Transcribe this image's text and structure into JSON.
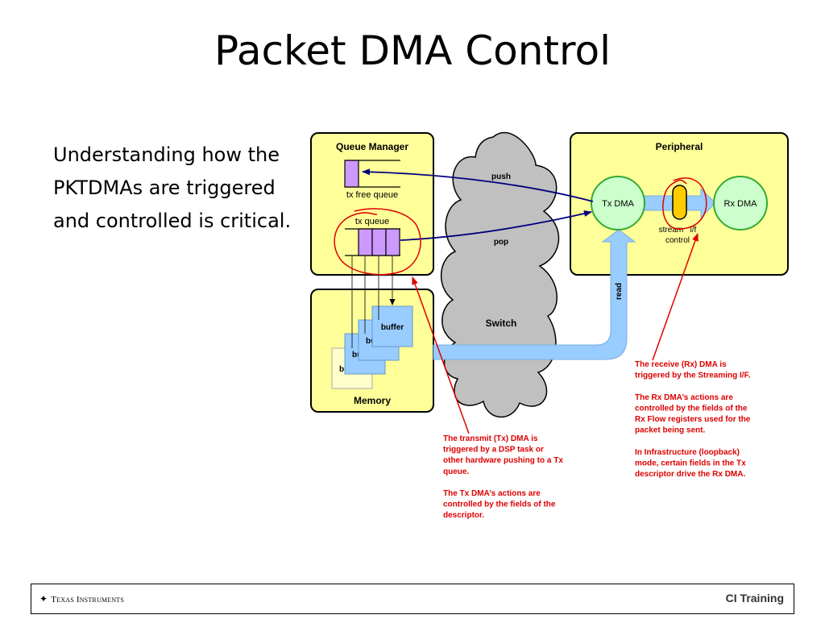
{
  "slide": {
    "title": "Packet DMA Control",
    "body": "Understanding how the PKTDMAs are triggered and controlled is critical."
  },
  "diagram": {
    "queue_manager": {
      "title": "Queue Manager",
      "tx_free_queue_label": "tx free queue",
      "tx_queue_label": "tx queue"
    },
    "memory": {
      "title": "Memory",
      "buffer_front": "buffer",
      "buffer_mid": "bu",
      "buffer_back": "bu",
      "buffer_last": "bu"
    },
    "switch": {
      "title": "Switch",
      "push_label": "push",
      "pop_label": "pop",
      "read_label": "read"
    },
    "peripheral": {
      "title": "Peripheral",
      "tx_dma": "Tx DMA",
      "rx_dma": "Rx DMA",
      "stream_label_1": "stream   i/f",
      "stream_label_2": "control"
    },
    "annotations": {
      "tx_note": [
        "The transmit (Tx) DMA is",
        "triggered by a DSP task or",
        "other hardware pushing to a Tx",
        "queue.",
        "",
        "The Tx DMA’s actions are",
        "controlled by the fields of the",
        "descriptor."
      ],
      "rx_note": [
        "The receive (Rx) DMA is",
        "triggered by the Streaming I/F.",
        "",
        "The Rx DMA’s actions are",
        "controlled by the fields of the",
        "Rx Flow registers used for the",
        "packet being sent.",
        "",
        "In Infrastructure (loopback)",
        "mode, certain fields in the Tx",
        "descriptor drive the Rx DMA."
      ]
    },
    "colors": {
      "panel_fill": "#ffff99",
      "queue_fill": "#cc99ff",
      "buffer_fill": "#99ccff",
      "dma_fill": "#ccffcc",
      "dma_border": "#33aa33",
      "cloud_fill": "#c0c0c0",
      "arrow_navy": "#000080",
      "annotation_red": "#dd0000",
      "stream_fill": "#ffcc00"
    }
  },
  "footer": {
    "logo_text": "Texas Instruments",
    "right_text": "CI Training"
  }
}
